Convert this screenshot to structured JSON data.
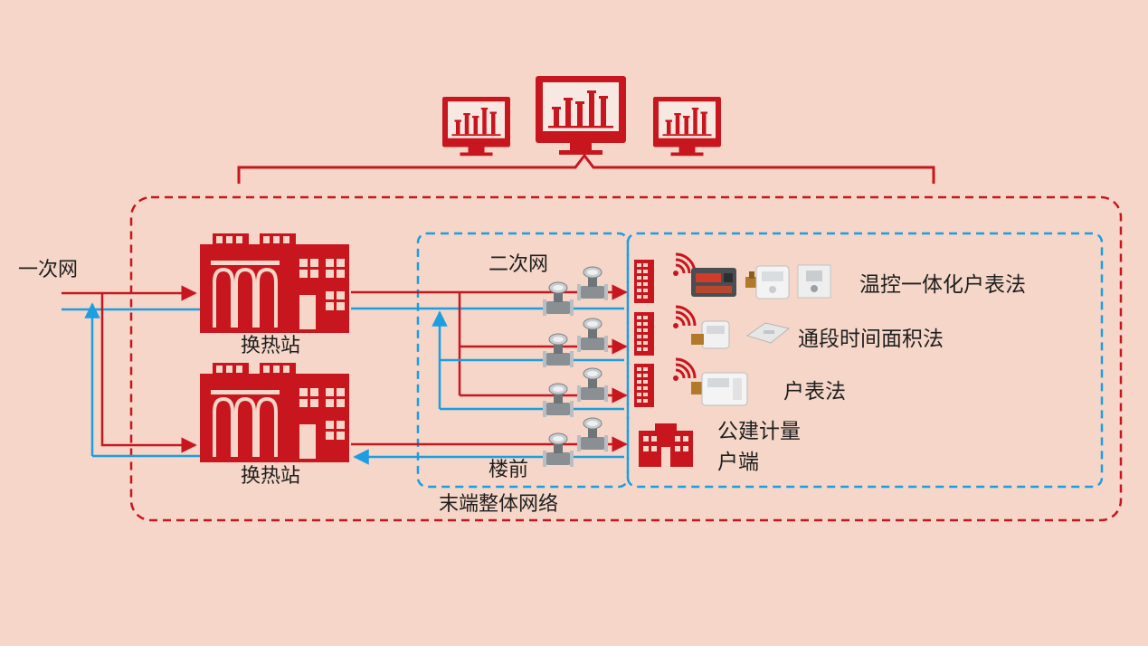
{
  "labels": {
    "primary_network": "一次网",
    "secondary_network": "二次网",
    "station_1": "换热站",
    "station_2": "换热站",
    "front_of_building": "楼前",
    "terminal_network": "末端整体网络",
    "method_1": "温控一体化户表法",
    "method_2": "通段时间面积法",
    "method_3": "户表法",
    "public_building_line1": "公建计量",
    "public_building_line2": "户端"
  },
  "colors": {
    "background": "#f5d6c8",
    "red": "#c8161e",
    "blue": "#1c9ee0",
    "dark_text": "#1f1f1f"
  },
  "icons": {
    "monitors": [
      "monitor-chart-icon",
      "monitor-chart-icon",
      "monitor-chart-icon"
    ],
    "stations": [
      "factory-icon",
      "factory-icon"
    ],
    "meters": [
      "flow-meter-icon"
    ],
    "buildings": [
      "apartment-building-icon",
      "apartment-building-icon",
      "apartment-building-icon",
      "public-building-icon"
    ],
    "devices": [
      "wifi-signal-icon",
      "heat-meter-icon",
      "thermostat-icon",
      "wall-panel-icon",
      "room-sensor-icon"
    ]
  }
}
